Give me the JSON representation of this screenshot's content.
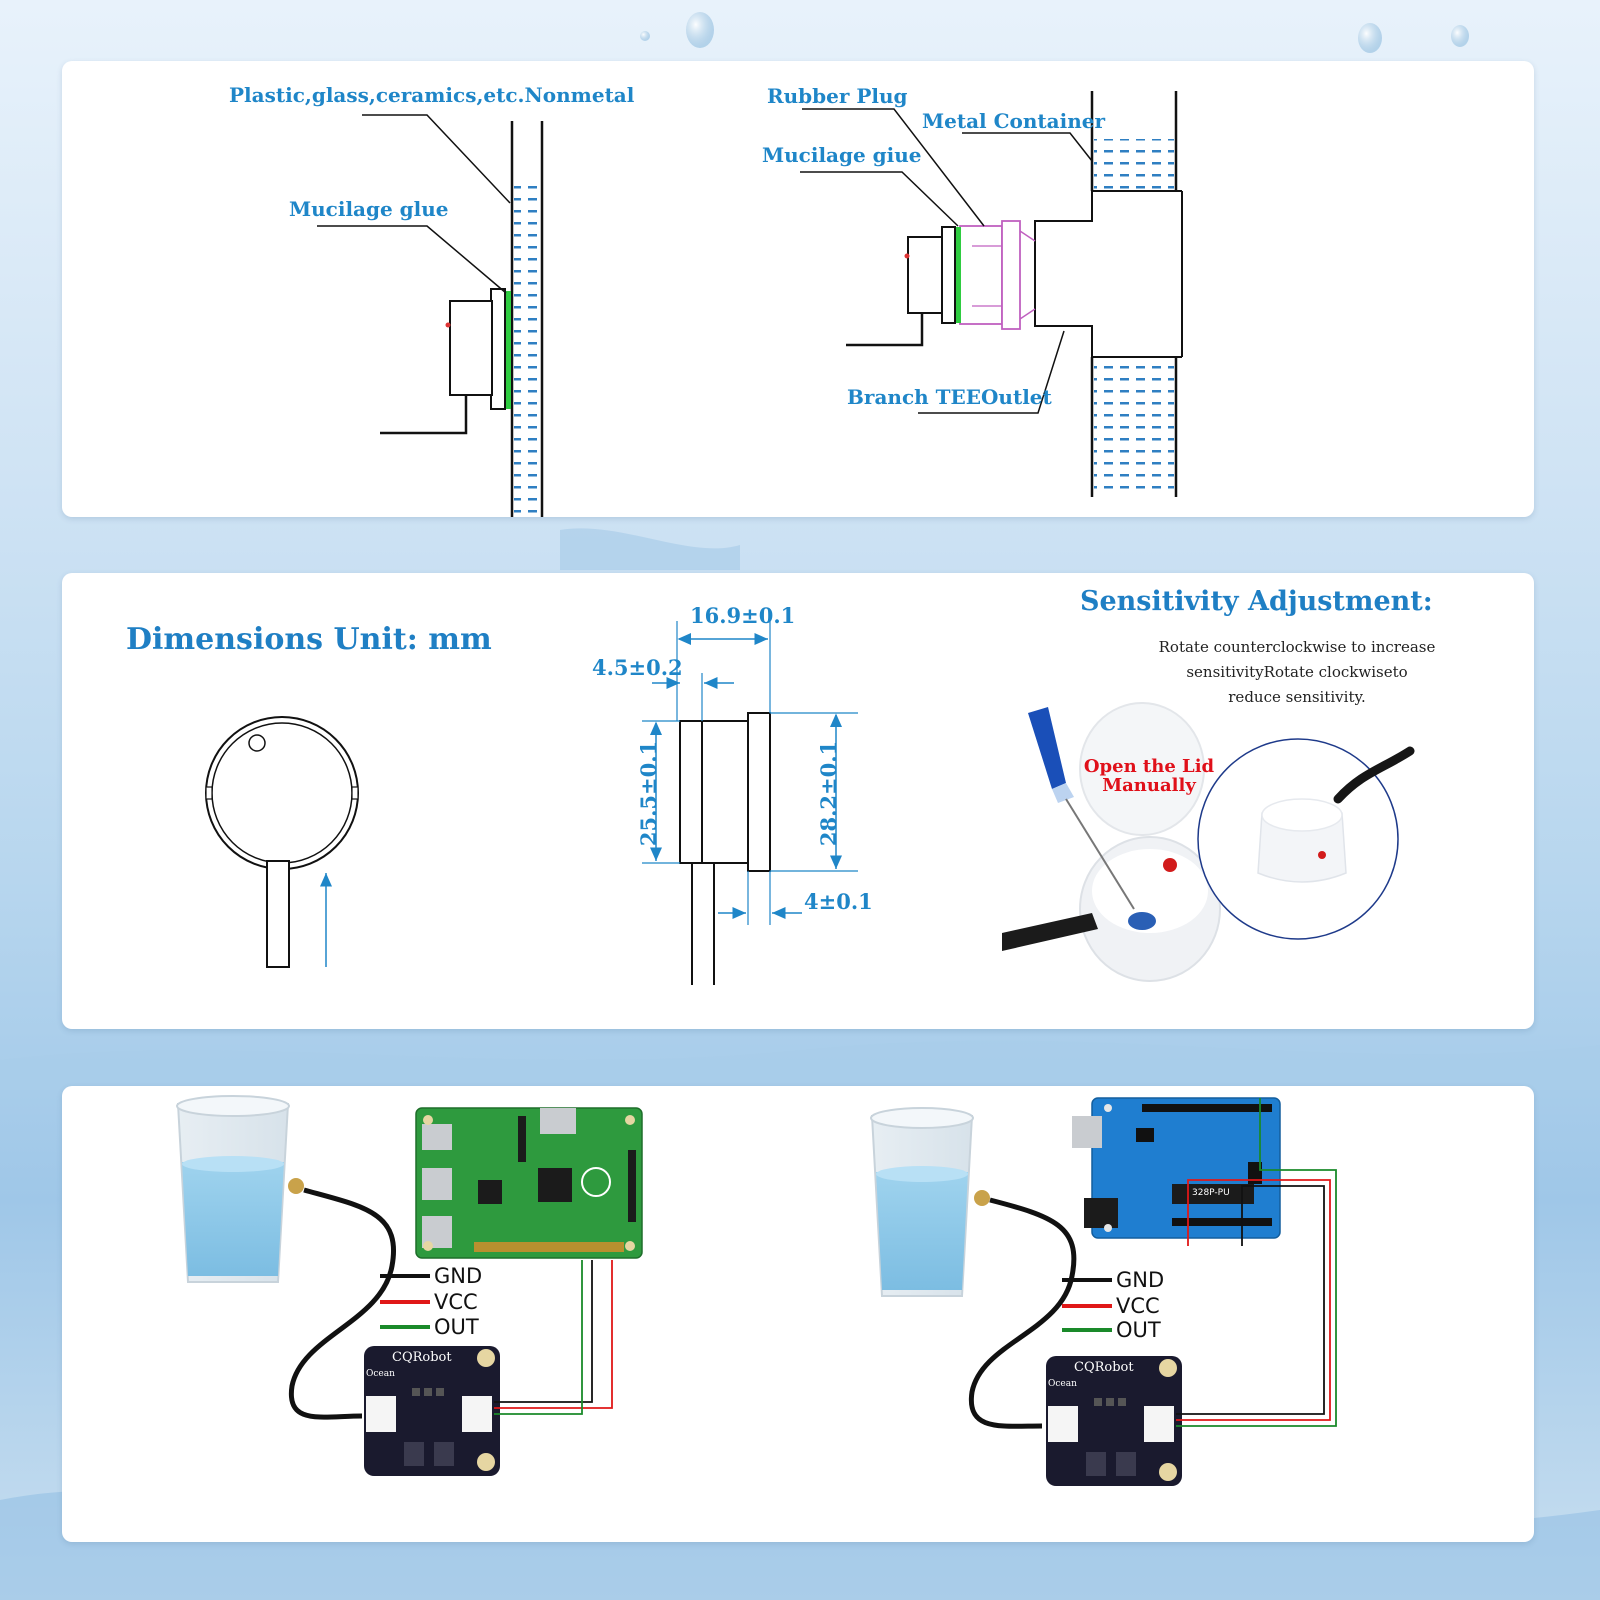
{
  "installation": {
    "nonmetal_label": "Plastic,glass,ceramics,etc.Nonmetal",
    "left_glue_label": "Mucilage glue",
    "rubber_plug_label": "Rubber Plug",
    "metal_container_label": "Metal Container",
    "right_glue_label": "Mucilage giue",
    "tee_outlet_label": "Branch TEEOutlet"
  },
  "dimensions": {
    "title": "Dimensions Unit: mm",
    "dim_total_width": "16.9±0.1",
    "dim_body_width": "4.5±0.2",
    "dim_body_height": "25.5±0.1",
    "dim_cap_height": "28.2±0.1",
    "dim_cap_width": "4±0.1"
  },
  "sensitivity": {
    "title": "Sensitivity Adjustment:",
    "line1": "Rotate counterclockwise to increase",
    "line2": "sensitivityRotate clockwiseto",
    "line3": "reduce sensitivity.",
    "lid_line1": "Open the Lid",
    "lid_line2": "Manually"
  },
  "wiring": {
    "gnd": "GND",
    "vcc": "VCC",
    "out": "OUT",
    "module_brand": "CQRobot",
    "module_sub": "Ocean",
    "chip_label": "328P-PU",
    "colors": {
      "gnd": "#111111",
      "vcc": "#e01818",
      "out": "#1a8a2a"
    }
  }
}
